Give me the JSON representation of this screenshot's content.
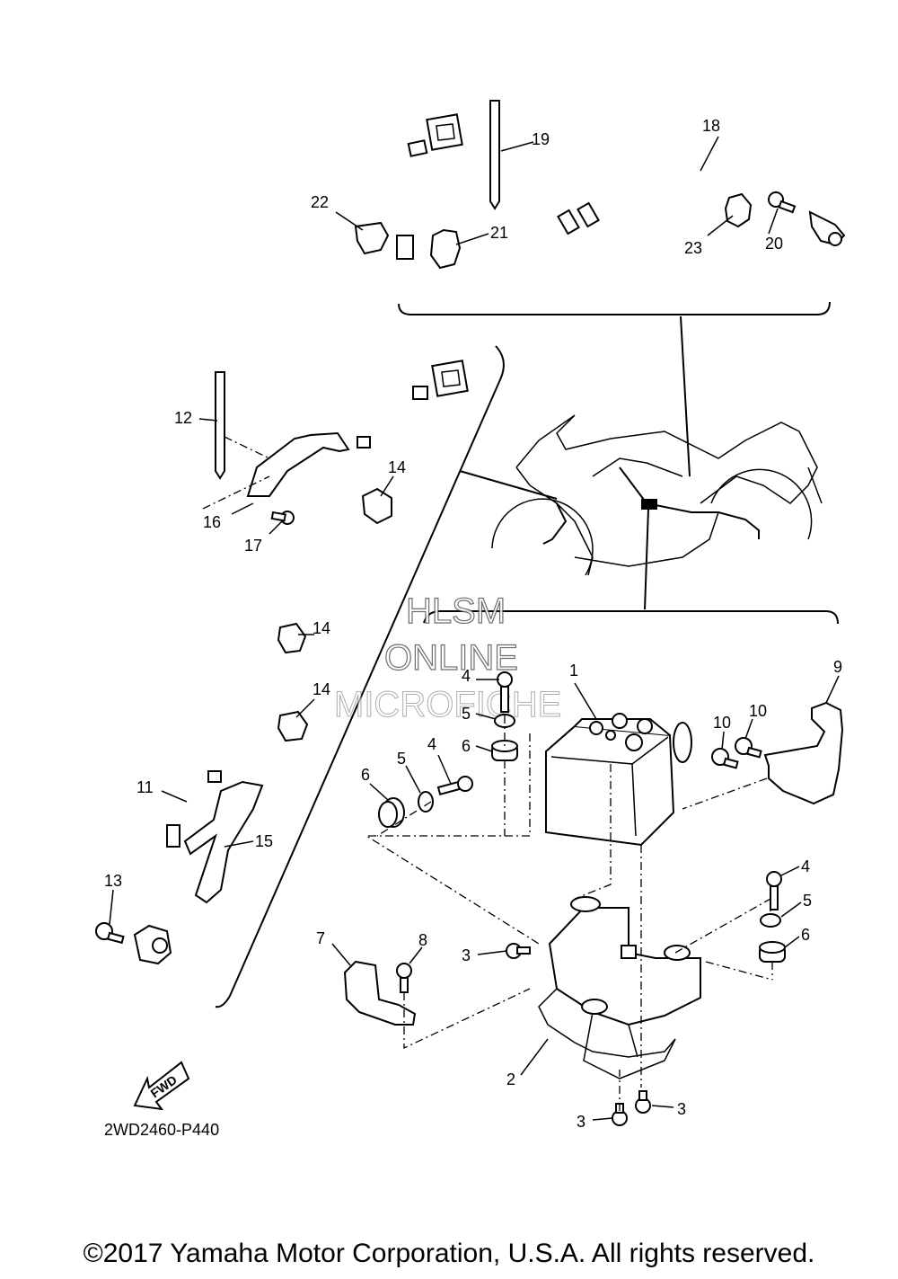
{
  "diagram": {
    "part_code": "2WD2460-P440",
    "fwd_label": "FWD",
    "watermark": [
      "HLSM",
      "ONLINE",
      "MICROFICHE"
    ],
    "callouts": {
      "c1": "1",
      "c2": "2",
      "c3a": "3",
      "c3b": "3",
      "c3c": "3",
      "c4a": "4",
      "c4b": "4",
      "c4c": "4",
      "c5a": "5",
      "c5b": "5",
      "c5c": "5",
      "c6a": "6",
      "c6b": "6",
      "c6c": "6",
      "c7": "7",
      "c8": "8",
      "c9": "9",
      "c10a": "10",
      "c10b": "10",
      "c11": "11",
      "c12": "12",
      "c13": "13",
      "c14a": "14",
      "c14b": "14",
      "c14c": "14",
      "c15": "15",
      "c16": "16",
      "c17": "17",
      "c18": "18",
      "c19": "19",
      "c20": "20",
      "c21": "21",
      "c22": "22",
      "c23": "23"
    }
  },
  "footer": {
    "copyright": "©2017 Yamaha Motor Corporation, U.S.A. All rights reserved."
  }
}
